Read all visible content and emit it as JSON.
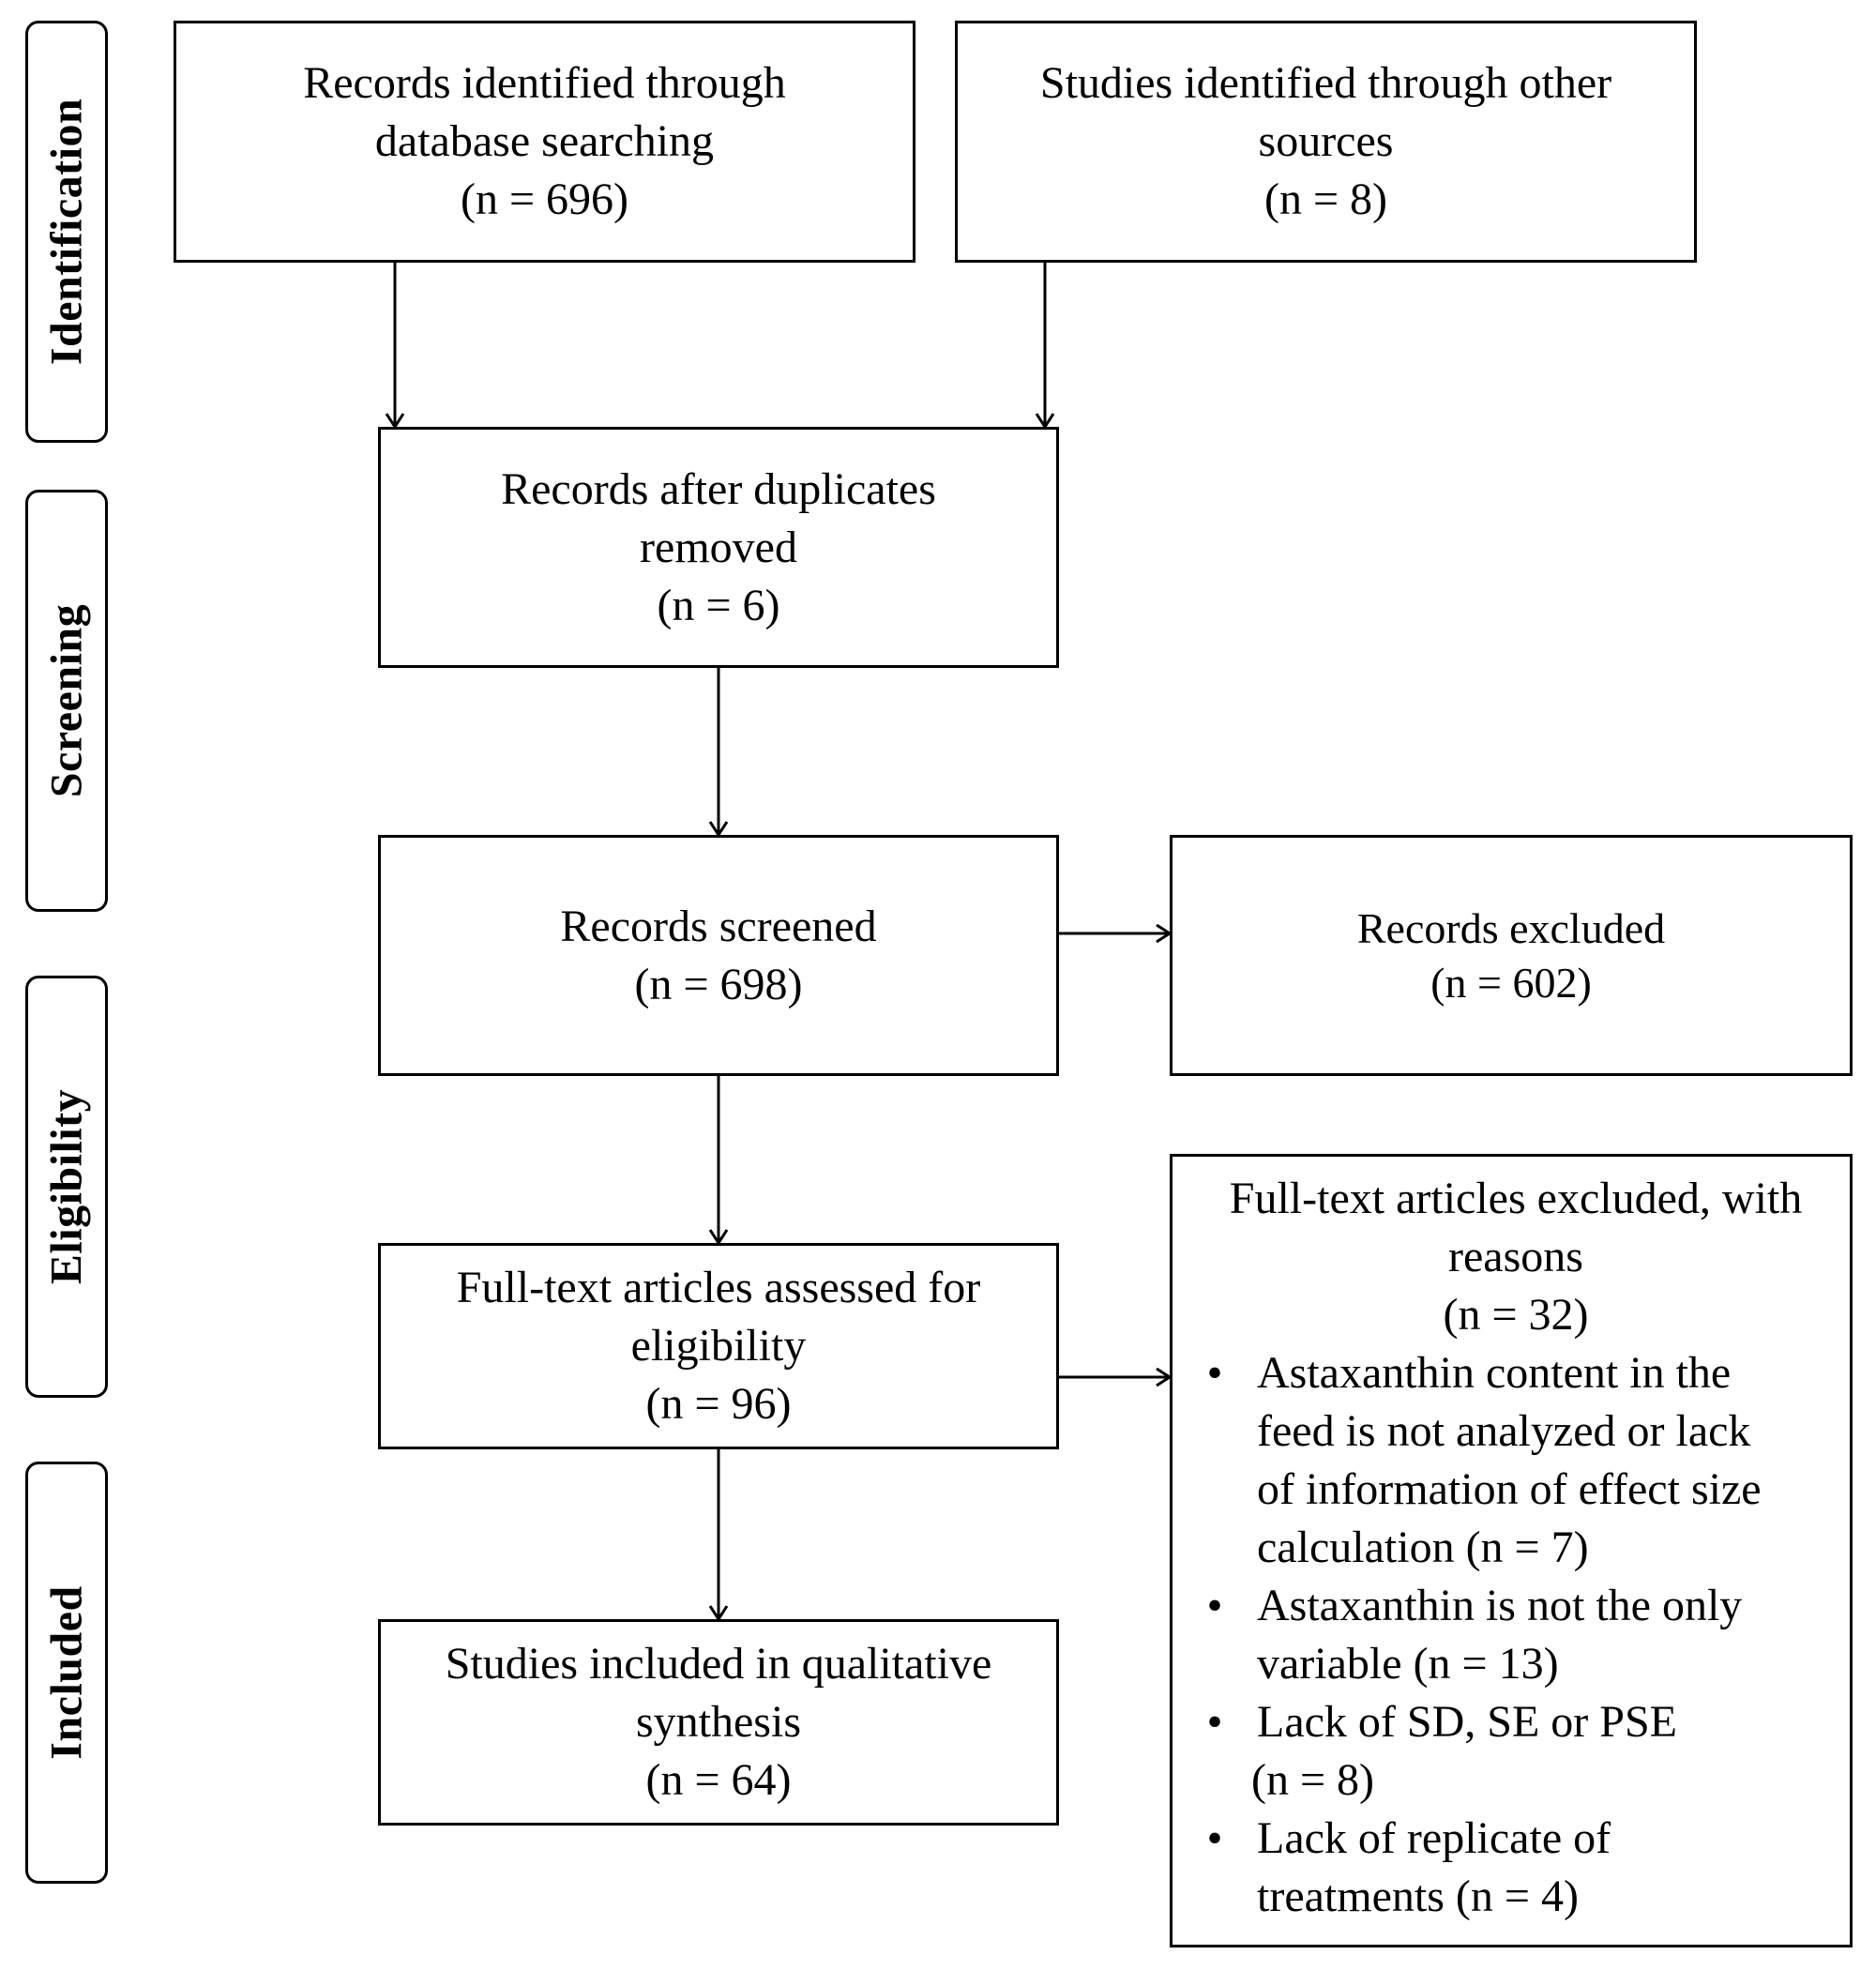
{
  "stages": [
    {
      "id": "identification",
      "label": "Identification"
    },
    {
      "id": "screening",
      "label": "Screening"
    },
    {
      "id": "eligibility",
      "label": "Eligibility"
    },
    {
      "id": "included",
      "label": "Included"
    }
  ],
  "boxes": {
    "database_records": {
      "lines": [
        "Records identified through",
        "database searching",
        "(n = 696)"
      ]
    },
    "other_sources": {
      "lines": [
        "Studies identified through other",
        "sources",
        "(n = 8)"
      ]
    },
    "after_duplicates": {
      "lines": [
        "Records after duplicates",
        "removed",
        "(n = 6)"
      ]
    },
    "screened": {
      "lines": [
        "Records screened",
        "(n = 698)"
      ]
    },
    "excluded": {
      "lines": [
        "Records excluded",
        "(n = 602)"
      ]
    },
    "full_text_assessed": {
      "lines": [
        "Full-text articles assessed for",
        "eligibility",
        "(n = 96)"
      ]
    },
    "included_synthesis": {
      "lines": [
        "Studies included in qualitative",
        "synthesis",
        "(n = 64)"
      ]
    },
    "full_text_excluded": {
      "heading_lines": [
        "Full-text articles excluded, with",
        "reasons",
        "(n = 32)"
      ],
      "bullet": "•",
      "reasons": [
        {
          "lines": [
            "Astaxanthin content in the",
            "feed is not analyzed or lack",
            "of information of effect size",
            "calculation (n = 7)"
          ]
        },
        {
          "lines": [
            "Astaxanthin is not the only",
            "variable (n = 13)"
          ]
        },
        {
          "lines": [
            "Lack of SD, SE or PSE"
          ],
          "count": "(n = 8)"
        },
        {
          "lines": [
            "Lack of replicate of",
            "treatments (n = 4)"
          ]
        }
      ]
    }
  }
}
